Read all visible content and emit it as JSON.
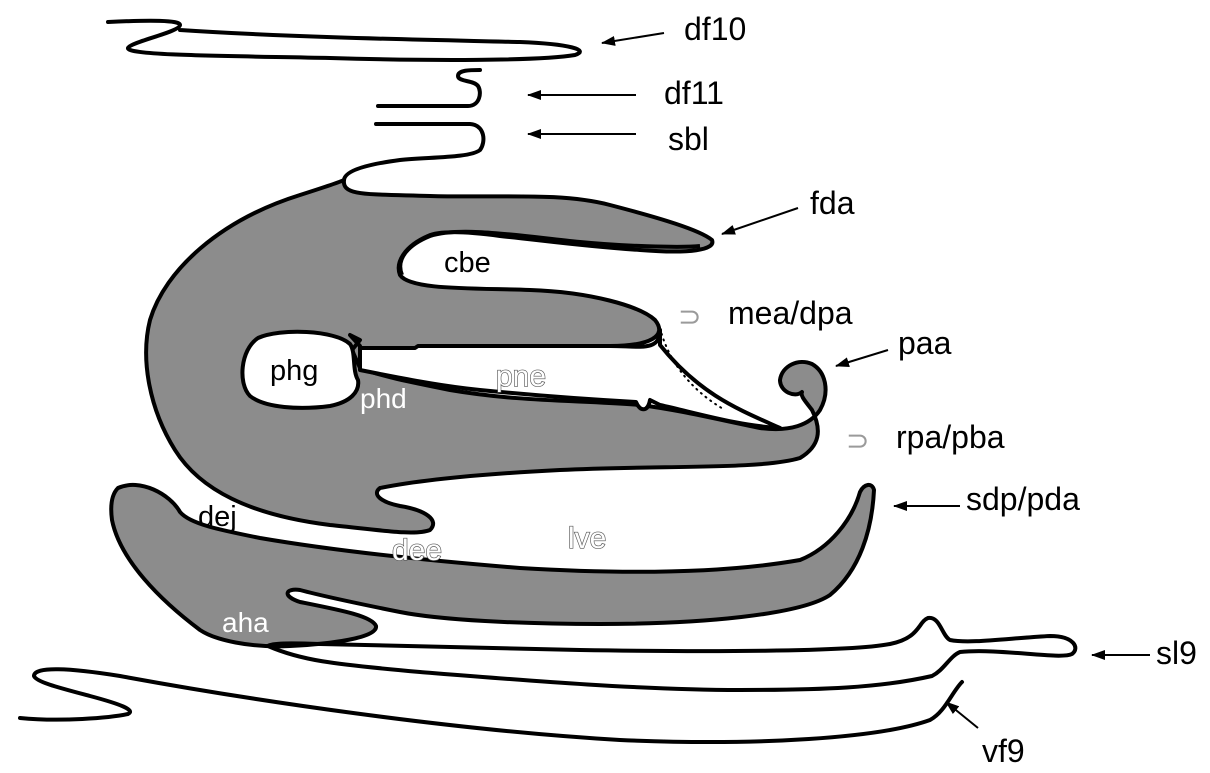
{
  "labels": {
    "df10": "df10",
    "df11": "df11",
    "sbl": "sbl",
    "fda": "fda",
    "mea_dpa": "mea/dpa",
    "paa": "paa",
    "rpa_pba": "rpa/pba",
    "sdp_pda": "sdp/pda",
    "sl9": "sl9",
    "vf9": "vf9"
  },
  "inner_labels": {
    "cbe": "cbe",
    "phg": "phg",
    "phd": "phd",
    "pne": "pne",
    "dej": "dej",
    "dee": "dee",
    "lve": "lve",
    "aha": "aha"
  },
  "symbols": {
    "mea_dpa_symbol": "⊃",
    "rpa_pba_symbol": "⊃"
  },
  "colors": {
    "fill": "#8c8c8c",
    "stroke": "#000000",
    "background": "#ffffff"
  }
}
